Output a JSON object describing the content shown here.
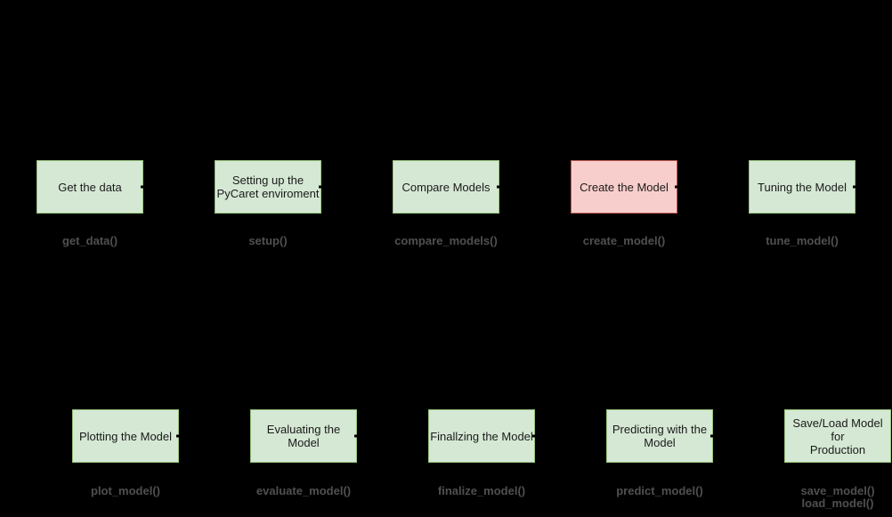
{
  "workflow": {
    "rows": [
      {
        "steps": [
          {
            "label": "Get the data",
            "function": "get_data()",
            "variant": "green"
          },
          {
            "label": "Setting up the\nPyCaret enviroment",
            "function": "setup()",
            "variant": "green"
          },
          {
            "label": "Compare Models",
            "function": "compare_models()",
            "variant": "green"
          },
          {
            "label": "Create the Model",
            "function": "create_model()",
            "variant": "pink"
          },
          {
            "label": "Tuning the Model",
            "function": "tune_model()",
            "variant": "green"
          }
        ]
      },
      {
        "steps": [
          {
            "label": "Plotting the Model",
            "function": "plot_model()",
            "variant": "green"
          },
          {
            "label": "Evaluating the\nModel",
            "function": "evaluate_model()",
            "variant": "green"
          },
          {
            "label": "Finallzing the Model",
            "function": "finalize_model()",
            "variant": "green"
          },
          {
            "label": "Predicting with the\nModel",
            "function": "predict_model()",
            "variant": "green"
          },
          {
            "label": "Save/Load Model for\nProduction",
            "function": "save_model()\nload_model()",
            "variant": "green"
          }
        ]
      }
    ],
    "colors": {
      "background": "#000000",
      "step_fill": "#d5e8d4",
      "step_border": "#99c37e",
      "highlight_fill": "#f8cecc",
      "highlight_border": "#bf5a52",
      "step_text": "#1a1a1a",
      "function_text": "#505050"
    }
  }
}
